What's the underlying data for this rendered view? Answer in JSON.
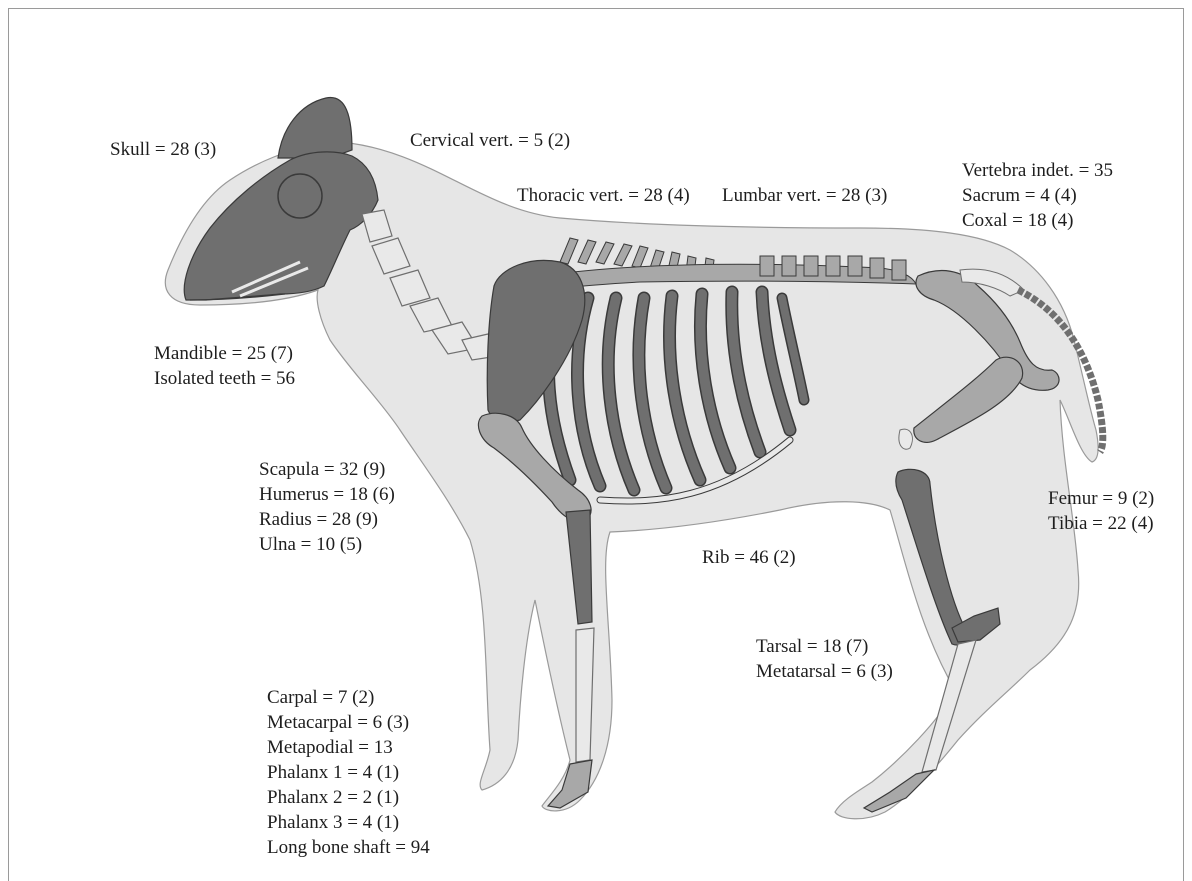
{
  "colors": {
    "background": "#ffffff",
    "body_silhouette": "#e6e6e6",
    "body_outline": "#9a9a9a",
    "bone_found": "#6f6f6f",
    "bone_light": "#e9e9e9",
    "bone_mid": "#a8a8a8",
    "outline_dark": "#3a3a3a",
    "text": "#1e1e1e"
  },
  "icons": [
    "sheep-skeleton-illustration"
  ],
  "labels": {
    "skull": "Skull = 28 (3)",
    "cervical": "Cervical vert. = 5 (2)",
    "thoracic": "Thoracic vert. = 28 (4)",
    "lumbar": "Lumbar vert. = 28 (3)",
    "rib": "Rib = 46 (2)"
  },
  "groups": {
    "head": [
      "Mandible = 25 (7)",
      "Isolated teeth = 56"
    ],
    "pelvis": [
      "Vertebra indet. = 35",
      "Sacrum = 4 (4)",
      "Coxal = 18 (4)"
    ],
    "forelimb": [
      "Scapula = 32 (9)",
      "Humerus = 18 (6)",
      "Radius = 28 (9)",
      "Ulna = 10 (5)"
    ],
    "hindlimb": [
      "Femur = 9 (2)",
      "Tibia = 22 (4)"
    ],
    "hind_foot": [
      "Tarsal = 18 (7)",
      "Metatarsal = 6 (3)"
    ],
    "fore_foot": [
      "Carpal = 7 (2)",
      "Metacarpal = 6 (3)",
      "Metapodial = 13",
      "Phalanx 1 = 4 (1)",
      "Phalanx 2 = 2 (1)",
      "Phalanx 3 = 4 (1)",
      "Long bone shaft = 94"
    ]
  }
}
